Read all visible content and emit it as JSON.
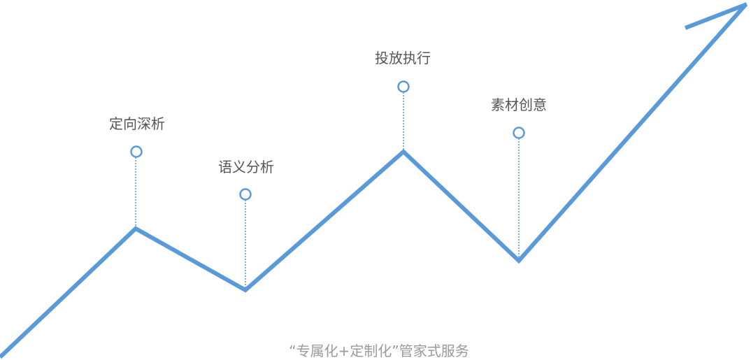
{
  "line_color": "#5a9ad9",
  "steps": [
    {
      "label": "定向深析"
    },
    {
      "label": "语义分析"
    },
    {
      "label": "投放执行"
    },
    {
      "label": "素材创意"
    }
  ],
  "caption": "“专属化+定制化”管家式服务"
}
